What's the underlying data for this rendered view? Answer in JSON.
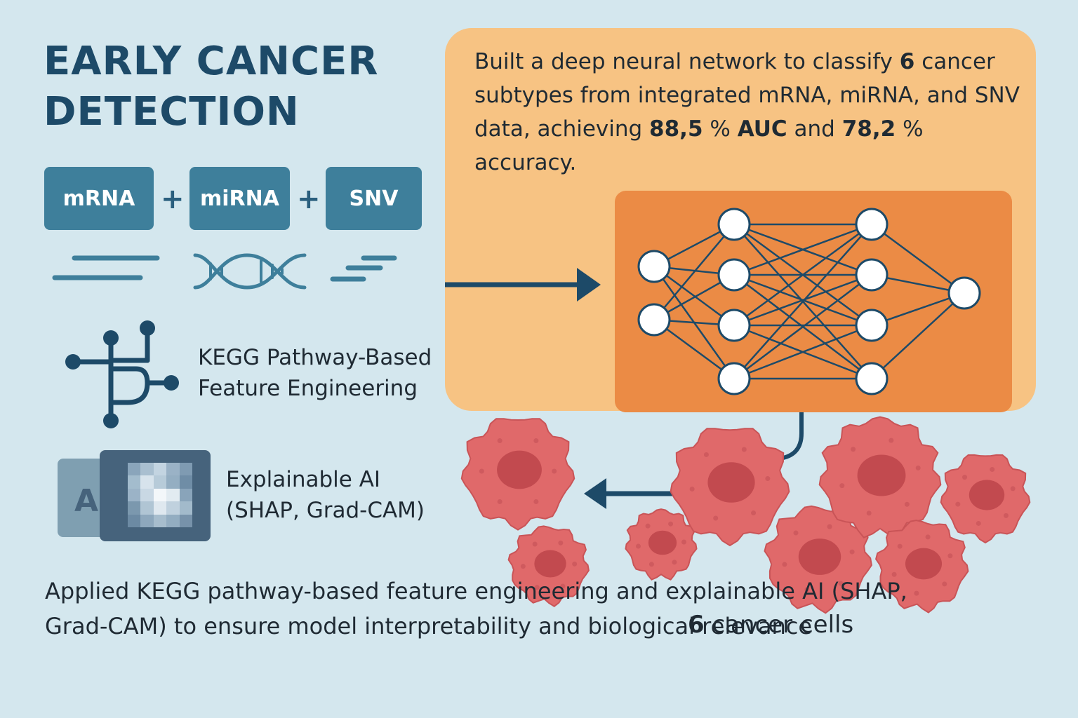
{
  "title": "EARLY CANCER DETECTION",
  "data_types": [
    "mRNA",
    "miRNA",
    "SNV"
  ],
  "plus_sign": "+",
  "summary": {
    "part1": "Built a deep neural network to classify ",
    "num_subtypes": "6",
    "part2": " cancer subtypes from integrated mRNA, miRNA, and SNV data, achieving ",
    "auc": "88,5",
    "pct": " % ",
    "auc_label": "AUC",
    "part3": " and ",
    "accuracy": "78,2",
    "part4": " % accuracy."
  },
  "features": {
    "kegg_line1": "KEGG Pathway-Based",
    "kegg_line2": "Feature Engineering",
    "xai_line1": "Explainable AI",
    "xai_line2": "(SHAP, Grad-CAM)",
    "ai_icon_text": "AI"
  },
  "cells_caption": {
    "number": "6",
    "text": " cancer cells"
  },
  "bottom_text": "Applied KEGG pathway-based feature engineering and explainable AI (SHAP, Grad-CAM) to ensure model interpretability and biological relevance",
  "colors": {
    "background": "#d4e7ee",
    "panel": "#f7c383",
    "network_box": "#eb8b45",
    "chip": "#3e7f9b",
    "accent_dark": "#1d4a68",
    "cell": "#e0696a"
  },
  "icons": [
    "mrna-lines-icon",
    "dna-helix-icon",
    "snv-dashes-icon",
    "pathway-tree-icon",
    "explainable-ai-icon",
    "arrow-right-icon",
    "arrow-left-icon"
  ]
}
